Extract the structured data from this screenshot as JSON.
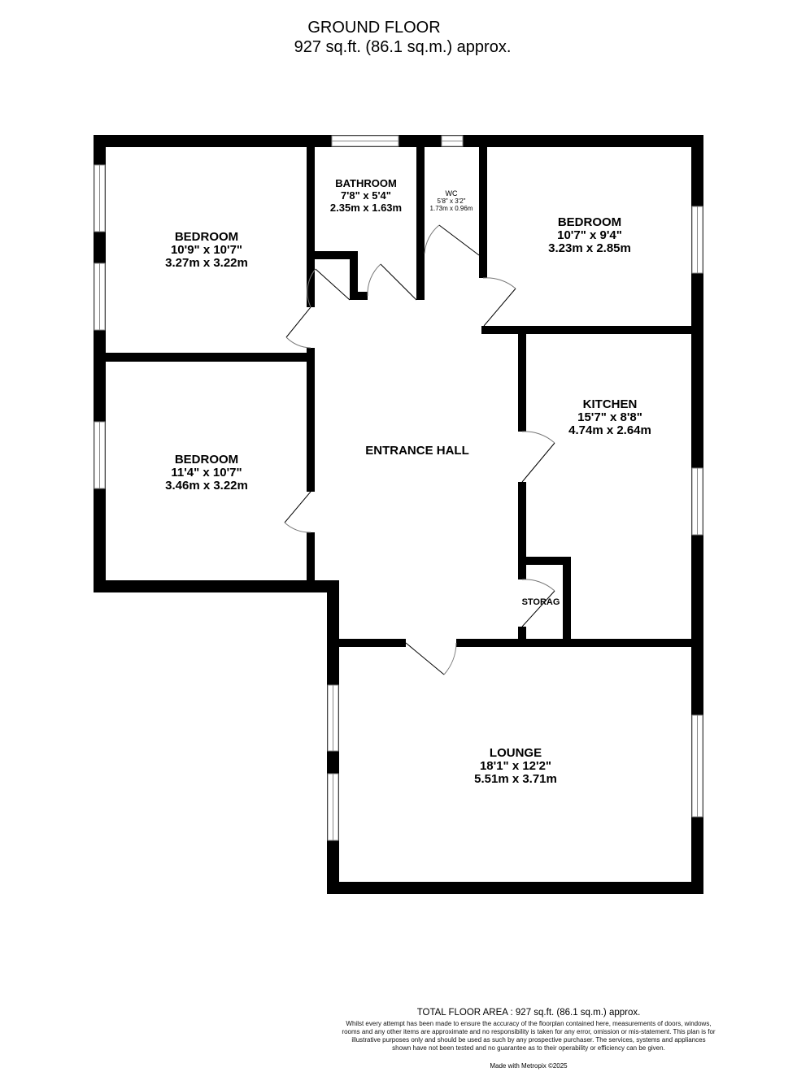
{
  "header": {
    "title": "GROUND FLOOR",
    "area": "927 sq.ft. (86.1 sq.m.) approx."
  },
  "rooms": [
    {
      "id": "bedroom-1",
      "name": "BEDROOM",
      "imperial": "10'9\"  x 10'7\"",
      "metric": "3.27m  x 3.22m"
    },
    {
      "id": "bathroom",
      "name": "BATHROOM",
      "imperial": "7'8\"  x 5'4\"",
      "metric": "2.35m  x 1.63m"
    },
    {
      "id": "wc",
      "name": "WC",
      "imperial": "5'8\"  x 3'2\"",
      "metric": "1.73m  x 0.96m"
    },
    {
      "id": "bedroom-2",
      "name": "BEDROOM",
      "imperial": "10'7\"  x 9'4\"",
      "metric": "3.23m  x 2.85m"
    },
    {
      "id": "kitchen",
      "name": "KITCHEN",
      "imperial": "15'7\"  x 8'8\"",
      "metric": "4.74m  x 2.64m"
    },
    {
      "id": "entrance-hall",
      "name": "ENTRANCE HALL",
      "imperial": "",
      "metric": ""
    },
    {
      "id": "bedroom-3",
      "name": "BEDROOM",
      "imperial": "11'4\"  x 10'7\"",
      "metric": "3.46m  x 3.22m"
    },
    {
      "id": "storage",
      "name": "STORAG",
      "imperial": "",
      "metric": ""
    },
    {
      "id": "lounge",
      "name": "LOUNGE",
      "imperial": "18'1\"  x 12'2\"",
      "metric": "5.51m  x 3.71m"
    }
  ],
  "footer": {
    "total_area": "TOTAL FLOOR AREA : 927 sq.ft. (86.1 sq.m.) approx.",
    "disclaimer": "Whilst every attempt has been made to ensure the accuracy of the floorplan contained here, measurements of doors, windows, rooms and any other items are approximate and no responsibility is taken for any error, omission or mis-statement. This plan is for illustrative purposes only and should be used as such by any prospective purchaser. The services, systems and appliances shown have not been tested and no guarantee as to their operability or efficiency can be given.",
    "made_with": "Made with Metropix ©2025"
  },
  "colors": {
    "wall": "#000000",
    "background": "#ffffff",
    "window_line": "#888888",
    "door_arc": "#777777"
  }
}
